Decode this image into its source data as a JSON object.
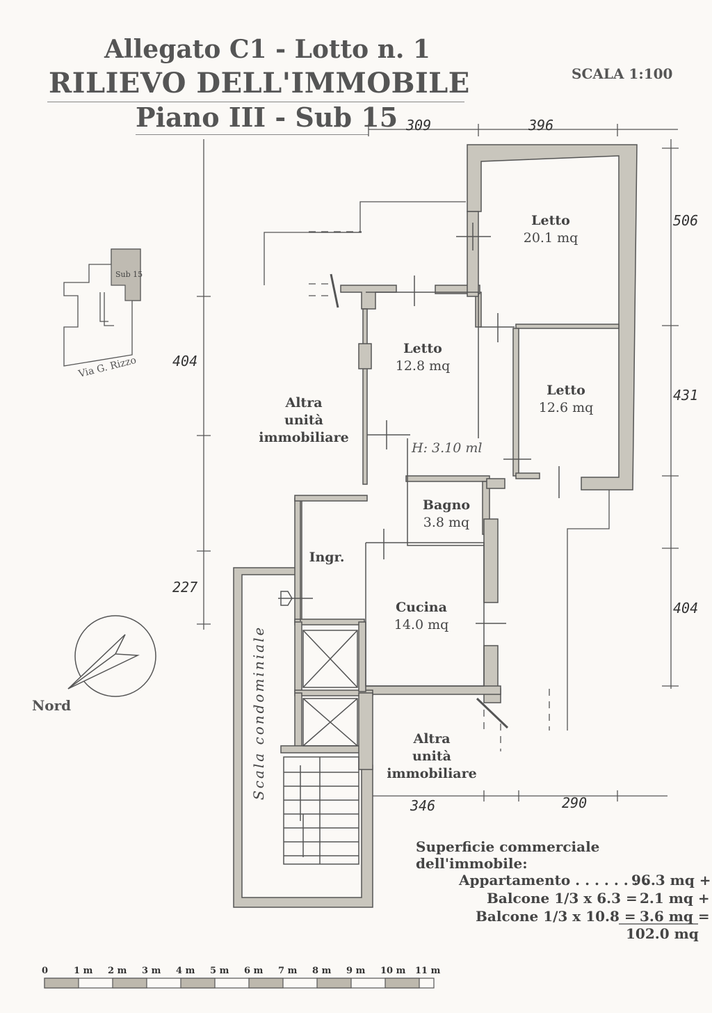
{
  "title": {
    "line1": "Allegato C1 - Lotto n. 1",
    "line2": "RILIEVO DELL'IMMOBILE",
    "line3": "Piano III - Sub 15"
  },
  "scale": "SCALA 1:100",
  "rooms": [
    {
      "name": "Letto",
      "area": "20.1 mq"
    },
    {
      "name": "Letto",
      "area": "12.8 mq"
    },
    {
      "name": "Letto",
      "area": "12.6 mq"
    },
    {
      "name": "Bagno",
      "area": "3.8 mq"
    },
    {
      "name": "Ingr.",
      "area": ""
    },
    {
      "name": "Cucina",
      "area": "14.0 mq"
    }
  ],
  "other_units": {
    "top": [
      "Altra",
      "unità",
      "immobiliare"
    ],
    "bottom": [
      "Altra",
      "unità",
      "immobiliare"
    ]
  },
  "height_note": "H: 3.10 ml",
  "stair_label": "Scala condominiale",
  "dimensions": {
    "top_left": "309",
    "top_right": "396",
    "right_1": "506",
    "right_2": "431",
    "right_3": "404",
    "left_1": "404",
    "left_2": "227",
    "bottom_left": "346",
    "bottom_right": "290"
  },
  "key_plan": {
    "sub_label": "Sub 15",
    "street": "Via G. Rizzo"
  },
  "north_label": "Nord",
  "surface": {
    "title": "Superficie commerciale dell'immobile:",
    "rows": [
      {
        "label": "Appartamento . . . . . . . .",
        "value": "96.3 mq +"
      },
      {
        "label": "Balcone  1/3 x 6.3 =",
        "value": "2.1 mq +"
      },
      {
        "label": "Balcone  1/3 x 10.8 =",
        "value": "3.6 mq ="
      }
    ],
    "total": "102.0 mq"
  },
  "scale_bar": [
    "0",
    "1 m",
    "2 m",
    "3 m",
    "4 m",
    "5 m",
    "6 m",
    "7 m",
    "8 m",
    "9 m",
    "10 m",
    "11 m"
  ]
}
